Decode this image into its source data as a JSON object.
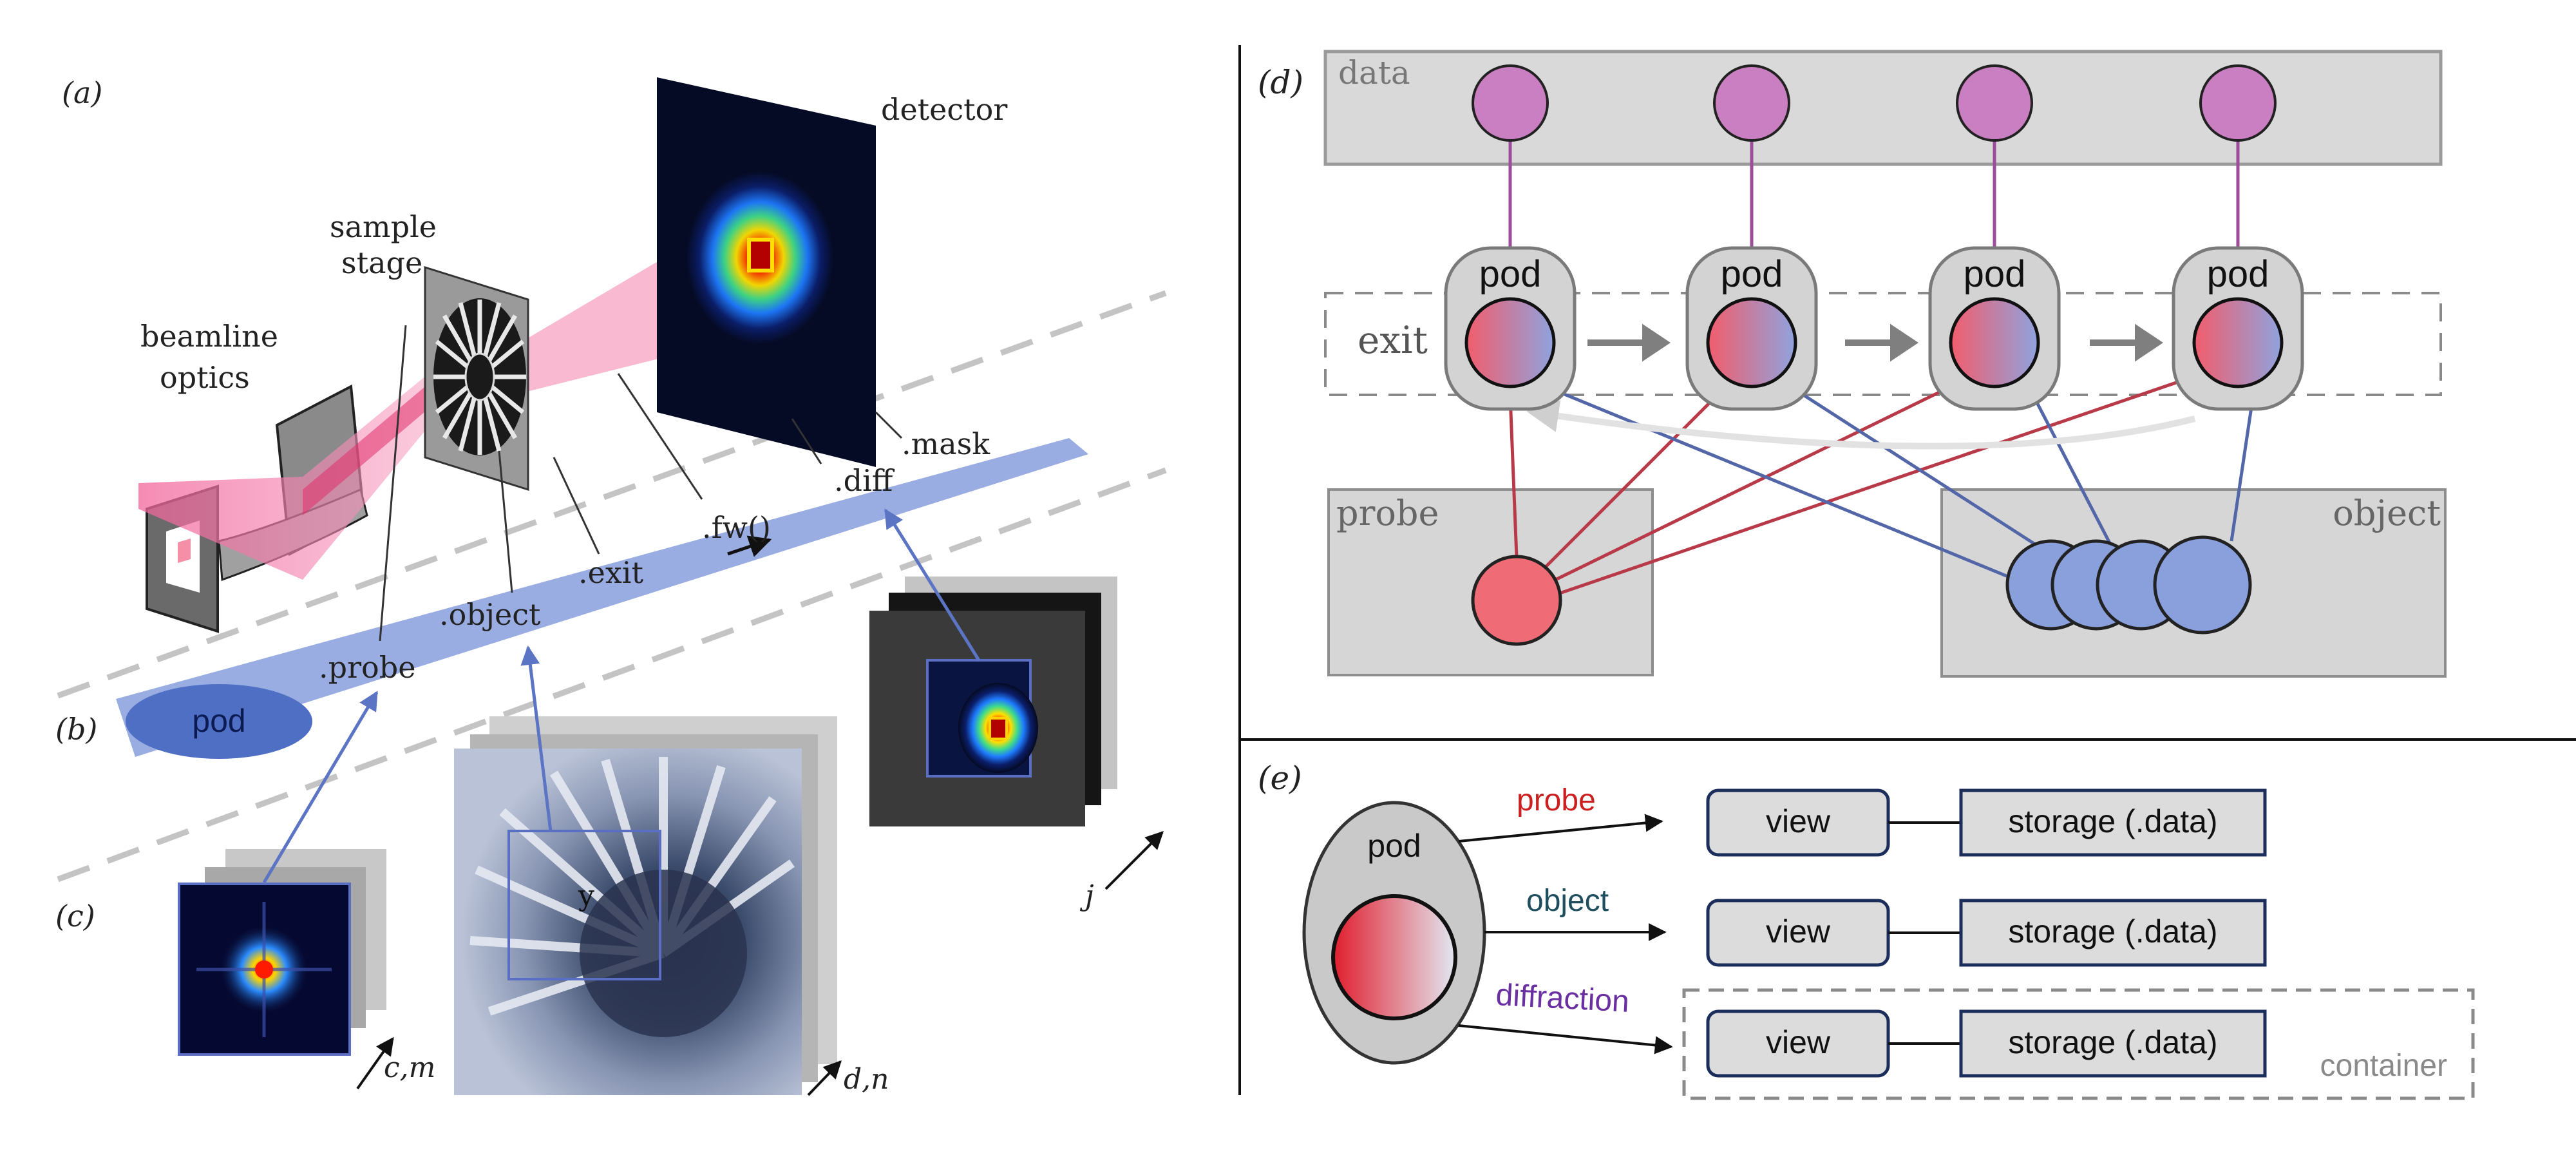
{
  "panel_a": {
    "label": "(a)",
    "beamline": [
      "beamline",
      "optics"
    ],
    "sample": [
      "sample",
      "stage"
    ],
    "detector": "detector"
  },
  "panel_b": {
    "label": "(b)",
    "pod": "pod",
    "attrs": {
      "probe": ".probe",
      "object": ".object",
      "exit": ".exit",
      "fw": ".fw()",
      "diff": ".diff",
      "mask": ".mask"
    }
  },
  "panel_c": {
    "label": "(c)",
    "probe_stack": "c,m",
    "object_stack": "d,n",
    "diff_stack": "j",
    "object_label": "y"
  },
  "panel_d": {
    "label": "(d)",
    "data": "data",
    "exit": "exit",
    "probe": "probe",
    "object": "object",
    "pods": [
      "pod",
      "pod",
      "pod",
      "pod"
    ]
  },
  "panel_e": {
    "label": "(e)",
    "pod": "pod",
    "rows": [
      {
        "arrow": "probe",
        "view": "view",
        "storage": "storage (.data)",
        "color": "#cc1f1f"
      },
      {
        "arrow": "object",
        "view": "view",
        "storage": "storage (.data)",
        "color": "#1f4e5f"
      },
      {
        "arrow": "diffraction",
        "view": "view",
        "storage": "storage (.data)",
        "color": "#6a2fa0"
      }
    ],
    "container": "container"
  },
  "colors": {
    "band": "#8ea4df",
    "pod_ellipse": "#4f6fc4",
    "data_node": "#c97fc2",
    "probe_node": "#ef6b76",
    "object_node": "#8aa0dd",
    "red_link": "#b83a48",
    "blue_link": "#5266a8",
    "box_border": "#1b2d5a"
  }
}
